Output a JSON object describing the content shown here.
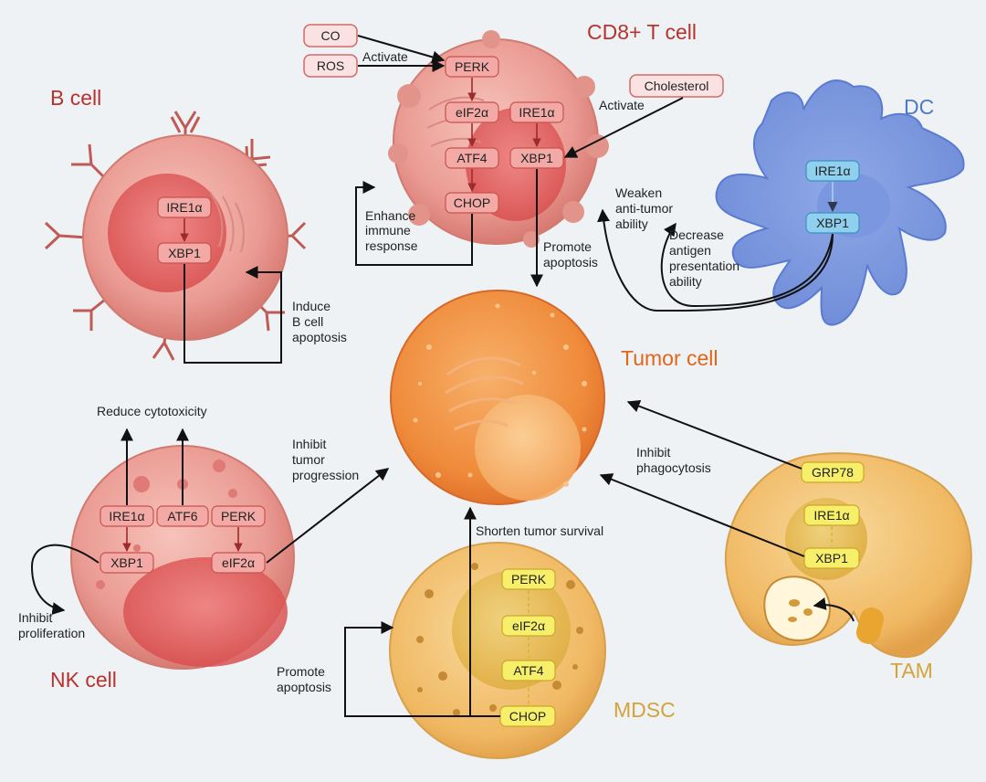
{
  "cells": {
    "cd8": "CD8+ T cell",
    "b": "B cell",
    "dc": "DC",
    "tumor": "Tumor cell",
    "nk": "NK cell",
    "mdsc": "MDSC",
    "tam": "TAM"
  },
  "molecules": {
    "co": "CO",
    "ros": "ROS",
    "cholesterol": "Cholesterol",
    "perk": "PERK",
    "eif2a": "eIF2α",
    "atf4": "ATF4",
    "chop": "CHOP",
    "ire1a": "IRE1α",
    "xbp1": "XBP1",
    "atf6": "ATF6",
    "grp78": "GRP78"
  },
  "labels": {
    "activate_1": "Activate",
    "activate_2": "Activate",
    "enhance": [
      "Enhance",
      "immune",
      "response"
    ],
    "promote_apoptosis_cd8": [
      "Promote",
      "apoptosis"
    ],
    "weaken": [
      "Weaken",
      "anti-tumor",
      "ability"
    ],
    "decrease": [
      "Decrease",
      "antigen",
      "presentation",
      "ability"
    ],
    "induce": [
      "Induce",
      "B cell",
      "apoptosis"
    ],
    "reduce": "Reduce cytotoxicity",
    "inhibit_tumor": [
      "Inhibit",
      "tumor",
      "progression"
    ],
    "inhibit_prolif": [
      "Inhibit",
      "proliferation"
    ],
    "inhibit_phago": [
      "Inhibit",
      "phagocytosis"
    ],
    "shorten": "Shorten tumor survival",
    "promote_apoptosis_mdsc": [
      "Promote",
      "apoptosis"
    ]
  },
  "colors": {
    "red_title": "#b8332f",
    "blue_title": "#4d79c9",
    "orange_title": "#e0661a",
    "gold_title": "#d4a33b"
  }
}
